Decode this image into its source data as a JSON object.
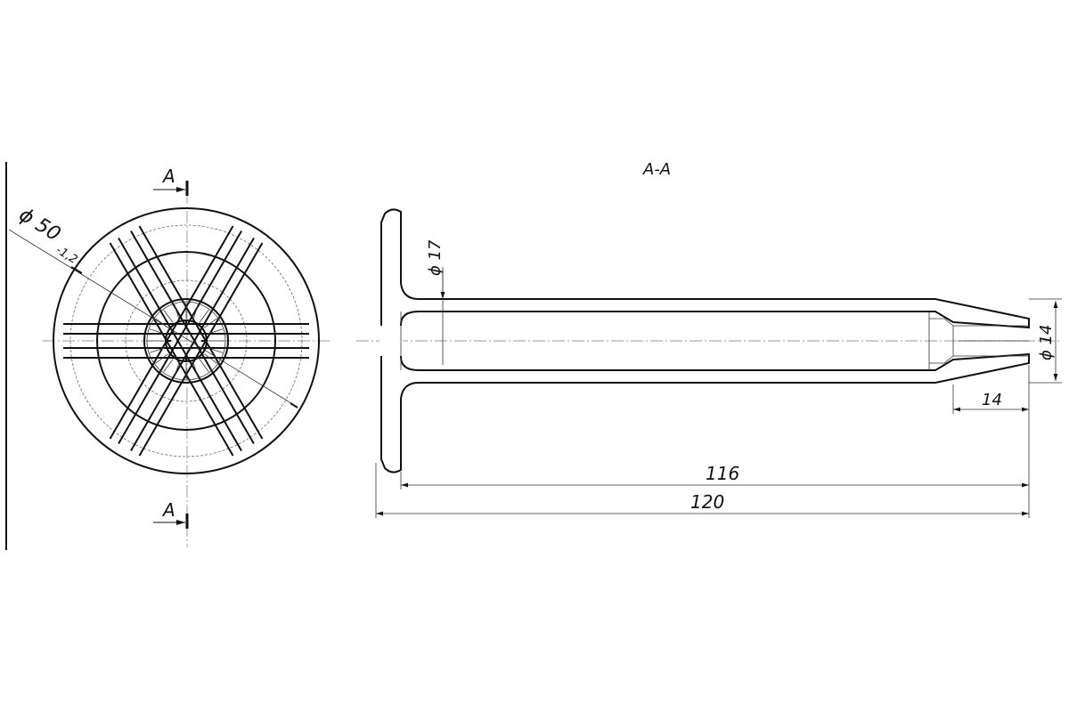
{
  "drawing": {
    "section_label": "A-A",
    "cut_marker_top": "A",
    "cut_marker_bottom": "A",
    "diameter_outer": "ϕ 50",
    "diameter_tolerance": "-1,2",
    "diameter_neck": "ϕ 17",
    "diameter_tip": "ϕ 14",
    "tip_length": "14",
    "shaft_length": "116",
    "total_length": "120"
  }
}
